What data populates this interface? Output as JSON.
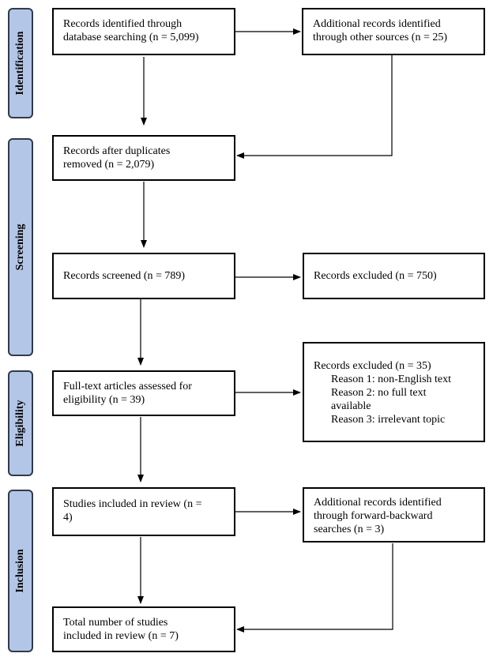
{
  "phases": {
    "identification": "Identification",
    "screening": "Screening",
    "eligibility": "Eligibility",
    "inclusion": "Inclusion"
  },
  "boxes": {
    "db_search": {
      "line1": "Records identified through",
      "line2": "database searching (n = 5,099)"
    },
    "other_sources": {
      "line1": "Additional records identified",
      "line2": "through other sources (n = 25)"
    },
    "after_duplicates": {
      "line1": "Records after duplicates",
      "line2": "removed (n = 2,079)"
    },
    "screened": {
      "line1": "Records screened (n = 789)"
    },
    "excluded_screen": {
      "line1": "Records excluded (n = 750)"
    },
    "fulltext": {
      "line1": "Full-text articles assessed for",
      "line2": "eligibility (n = 39)"
    },
    "excluded_fulltext": {
      "title": "Records excluded (n = 35)",
      "reason1": "Reason 1: non-English text",
      "reason2a": "Reason 2: no full text",
      "reason2b": "available",
      "reason3": "Reason 3: irrelevant topic"
    },
    "included_review": {
      "line1": "Studies included in review (n =",
      "line2": "4)"
    },
    "forward_backward": {
      "line1": "Additional records identified",
      "line2": "through forward-backward",
      "line3": "searches (n = 3)"
    },
    "total": {
      "line1": "Total number of studies",
      "line2": "included in review (n = 7)"
    }
  },
  "colors": {
    "phase_fill": "#b4c6e7",
    "phase_border": "#2f3b4d",
    "box_border": "#000000",
    "arrow": "#000000"
  }
}
